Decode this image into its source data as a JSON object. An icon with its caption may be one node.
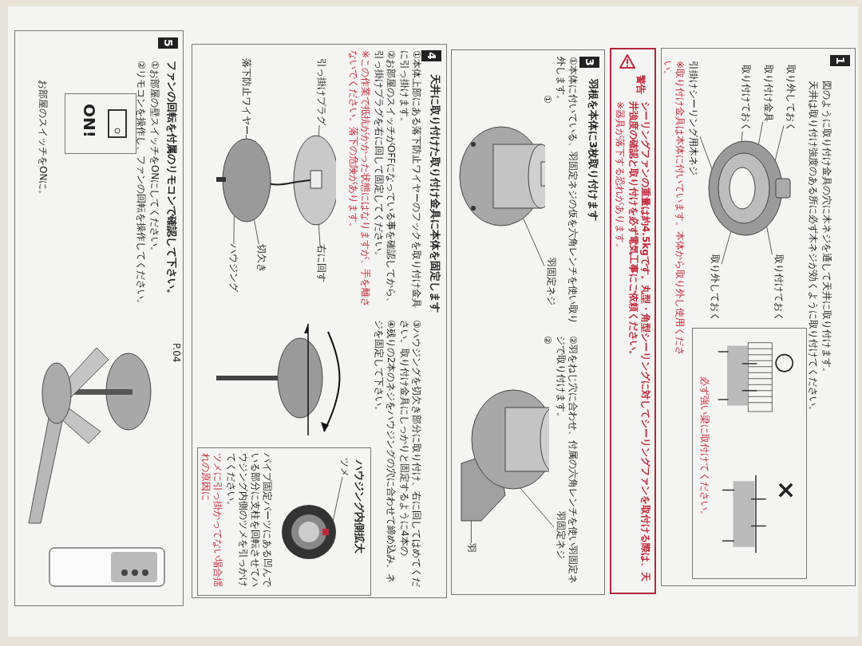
{
  "diagram": {
    "nodes": [
      {
        "text": [
          "1",
          "図のように取り付け金具の穴に木ネジを通して天井に取り付けます。",
          "天井は取り付け強度のある所に必ず木ネジが効くように取り付けてください。",
          "※取り付け金具は本体に付いています。本体から取り外し使用ください。"
        ]
      },
      {
        "text": [],
        "shape": "picture",
        "in": 0
      },
      {
        "text": [
          "取り外しておく"
        ],
        "in": 0
      },
      {
        "text": [
          "取り付け金具"
        ],
        "in": 0
      },
      {
        "text": [
          "取り付けておく"
        ],
        "in": 0
      },
      {
        "text": [
          "引掛けシーリング用木ネジ"
        ],
        "in": 0
      },
      {
        "text": [
          "取り外しておく"
        ],
        "in": 0
      },
      {
        "text": [
          "取り付けておく"
        ],
        "in": 0
      },
      {
        "text": [
          "○",
          "×",
          "必ず強い梁に取付けてください。"
        ],
        "in": 0
      },
      {
        "text": [
          "警告",
          "シーリングファンの重量は約4.5kgです。丸型・角型シーリングに対してシーリングファンを取付ける際は、天井強度の確認と取り付けを必ず電気工事にご依頼ください。",
          "※器具が落下する恐れがあります。"
        ]
      },
      {
        "text": [
          "3",
          "羽根を本体に3枚取り付けます",
          "①本体に付いている、羽固定ネジの仮を六角レンチを使い取り外します。",
          "①",
          "②羽をねじ穴に合わせ、付属の六角レンチを使い羽固定ネジで取り付けます。",
          "②"
        ]
      },
      {
        "text": [],
        "shape": "picture",
        "in": 10
      },
      {
        "text": [
          "羽固定ネジ"
        ],
        "in": 10
      },
      {
        "text": [],
        "shape": "picture",
        "in": 10
      },
      {
        "text": [
          "羽固定ネジ"
        ],
        "in": 10
      },
      {
        "text": [
          "羽"
        ],
        "in": 10
      },
      {
        "text": [
          "4",
          "天井に取り付けた取り付け金具に本体を固定します",
          "①本体上部にある落下防止ワイヤーのフックを取り付け金具に引っ掛けます。",
          "②お部屋のスイッチがOFFになっている事を確認してから、引っ掛けプラグを右に回して固定してください。",
          "※この作業で抵抗がかかった状態にはなりますが、手を離さないでください。落下の危険があります。",
          "③ハウジングを切欠き部分に取り付け、右に回してはめてください。取り付け金具にしっかりと固定するように4本の",
          "④残りの2本のネジをハウジングの穴に合わせて締め込み、ネジを固定して下さい。"
        ]
      },
      {
        "text": [],
        "shape": "picture",
        "in": 16
      },
      {
        "text": [
          "引っ掛けプラグ"
        ],
        "in": 16
      },
      {
        "text": [
          "落下防止ワイヤー"
        ],
        "in": 16
      },
      {
        "text": [
          "右に回す"
        ],
        "in": 16
      },
      {
        "text": [
          "切欠き"
        ],
        "in": 16
      },
      {
        "text": [
          "ハウジング"
        ],
        "in": 16
      },
      {
        "text": [],
        "shape": "picture",
        "in": 16
      },
      {
        "text": [
          "ハウジング内側拡大",
          "パイプ固定パーツにある凹んでいる部分に支柱を回転させてハウジング内側のツメを引っかけてください。",
          "ツメに引っ掛かってない場合揺れの原因に"
        ],
        "in": 16
      },
      {
        "text": [
          "ツメ"
        ],
        "in": 24
      },
      {
        "text": [],
        "shape": "picture",
        "in": 24
      },
      {
        "text": [
          "5",
          "ファンの回転を付属のリモコンで確認して下さい。",
          "①お部屋の壁スイッチをONにしてください。",
          "②リモコンを操作し、ファンの回転を操作してください。"
        ]
      },
      {
        "text": [
          "ON!"
        ],
        "in": 27
      },
      {
        "text": [],
        "shape": "picture",
        "in": 27
      },
      {
        "text": [],
        "shape": "picture",
        "in": 27
      }
    ],
    "edges": [
      {
        "from": 2,
        "to": 1,
        "arrow": "none"
      },
      {
        "from": 3,
        "to": 1,
        "arrow": "none"
      },
      {
        "from": 4,
        "to": 1,
        "arrow": "none"
      },
      {
        "from": 5,
        "to": 1,
        "arrow": "none"
      },
      {
        "from": 6,
        "to": 1,
        "arrow": "none"
      },
      {
        "from": 7,
        "to": 1,
        "arrow": "none"
      },
      {
        "from": 12,
        "to": 11,
        "arrow": "none"
      },
      {
        "from": 14,
        "to": 13,
        "arrow": "none"
      },
      {
        "from": 15,
        "to": 13,
        "arrow": "none"
      },
      {
        "from": 18,
        "to": 17,
        "arrow": "none"
      },
      {
        "from": 19,
        "to": 17,
        "arrow": "none"
      },
      {
        "from": 20,
        "to": 17,
        "arrow": "none"
      },
      {
        "from": 21,
        "to": 17,
        "arrow": "none"
      },
      {
        "from": 22,
        "to": 17,
        "arrow": "none"
      },
      {
        "from": 25,
        "to": 26,
        "arrow": "none"
      }
    ],
    "labels": [
      "お部屋のスイッチをONに。",
      "P.04"
    ]
  }
}
